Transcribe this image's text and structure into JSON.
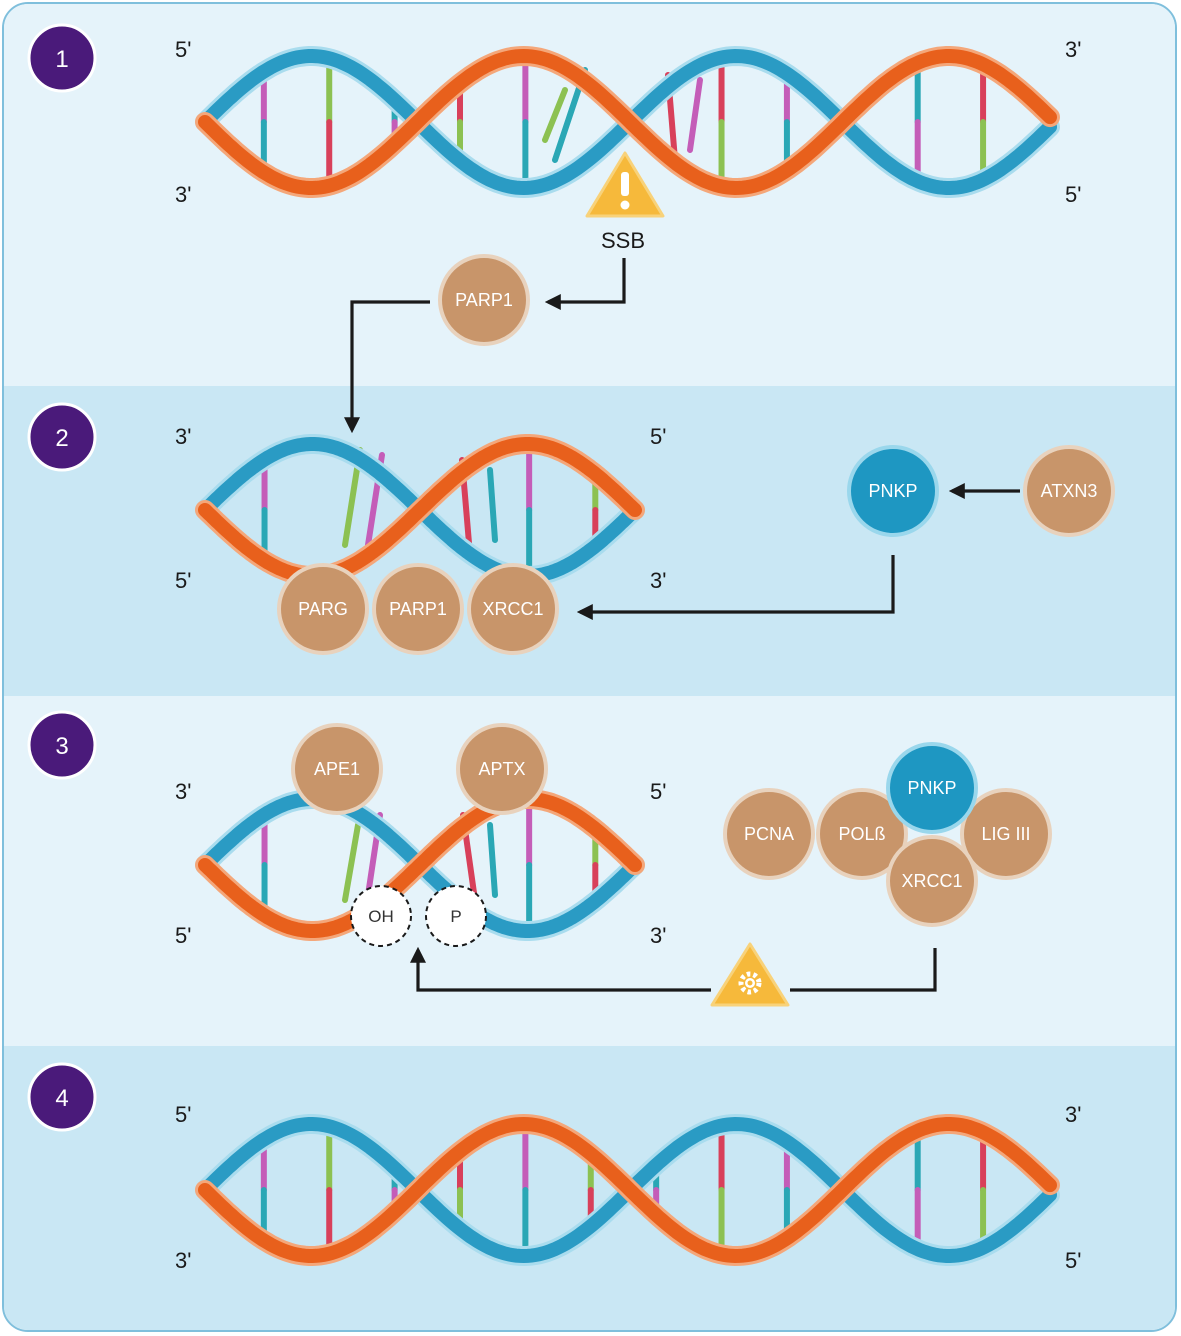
{
  "colors": {
    "band_light": "#e5f3fa",
    "band_dark": "#c9e7f4",
    "frame": "#7fbfdc",
    "step_badge": "#4a1a7a",
    "orange_strand": "#e8601c",
    "blue_strand": "#2a9bc4",
    "protein_fill": "#c8956a",
    "protein_ring": "#e8d2bd",
    "pnkp_fill": "#1e97c2",
    "warning": "#f6b93b",
    "arrow": "#1a1a1a"
  },
  "steps": {
    "s1": "1",
    "s2": "2",
    "s3": "3",
    "s4": "4"
  },
  "strand_ends": {
    "prime5": "5'",
    "prime3": "3'"
  },
  "panel1": {
    "ssb_label": "SSB",
    "ssb_icon": "warning-exclamation-icon",
    "protein": "PARP1"
  },
  "panel2": {
    "complex": [
      "PARG",
      "PARP1",
      "XRCC1"
    ],
    "pnkp": "PNKP",
    "atxn3": "ATXN3"
  },
  "panel3": {
    "ape1": "APE1",
    "aptx": "APTX",
    "end_oh": "OH",
    "end_p": "P",
    "complex": {
      "pcna": "PCNA",
      "polb": "POLß",
      "pnkp": "PNKP",
      "lig3": "LIG III",
      "xrcc1": "XRCC1"
    },
    "repair_icon": "warning-gear-icon"
  }
}
